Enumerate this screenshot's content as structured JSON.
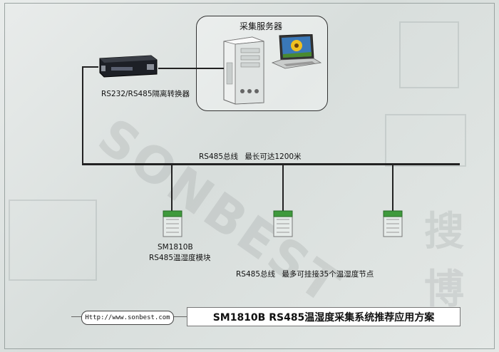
{
  "server": {
    "label": "采集服务器"
  },
  "converter": {
    "label": "RS232/RS485隔离转换器"
  },
  "bus_top": {
    "label": "RS485总线 最长可达1200米"
  },
  "module": {
    "label_line1": "SM1810B",
    "label_line2": "RS485温湿度模块"
  },
  "bus_bottom": {
    "label": "RS485总线 最多可挂接35个温湿度节点"
  },
  "footer": {
    "url": "Http://www.sonbest.com",
    "title": "SM1810B RS485温湿度采集系统推荐应用方案"
  },
  "watermark": {
    "brand": "SONBEST",
    "cn": "搜博"
  },
  "colors": {
    "line": "#222222",
    "module_green": "#3f9a3c",
    "module_body": "#e6ebe9"
  }
}
